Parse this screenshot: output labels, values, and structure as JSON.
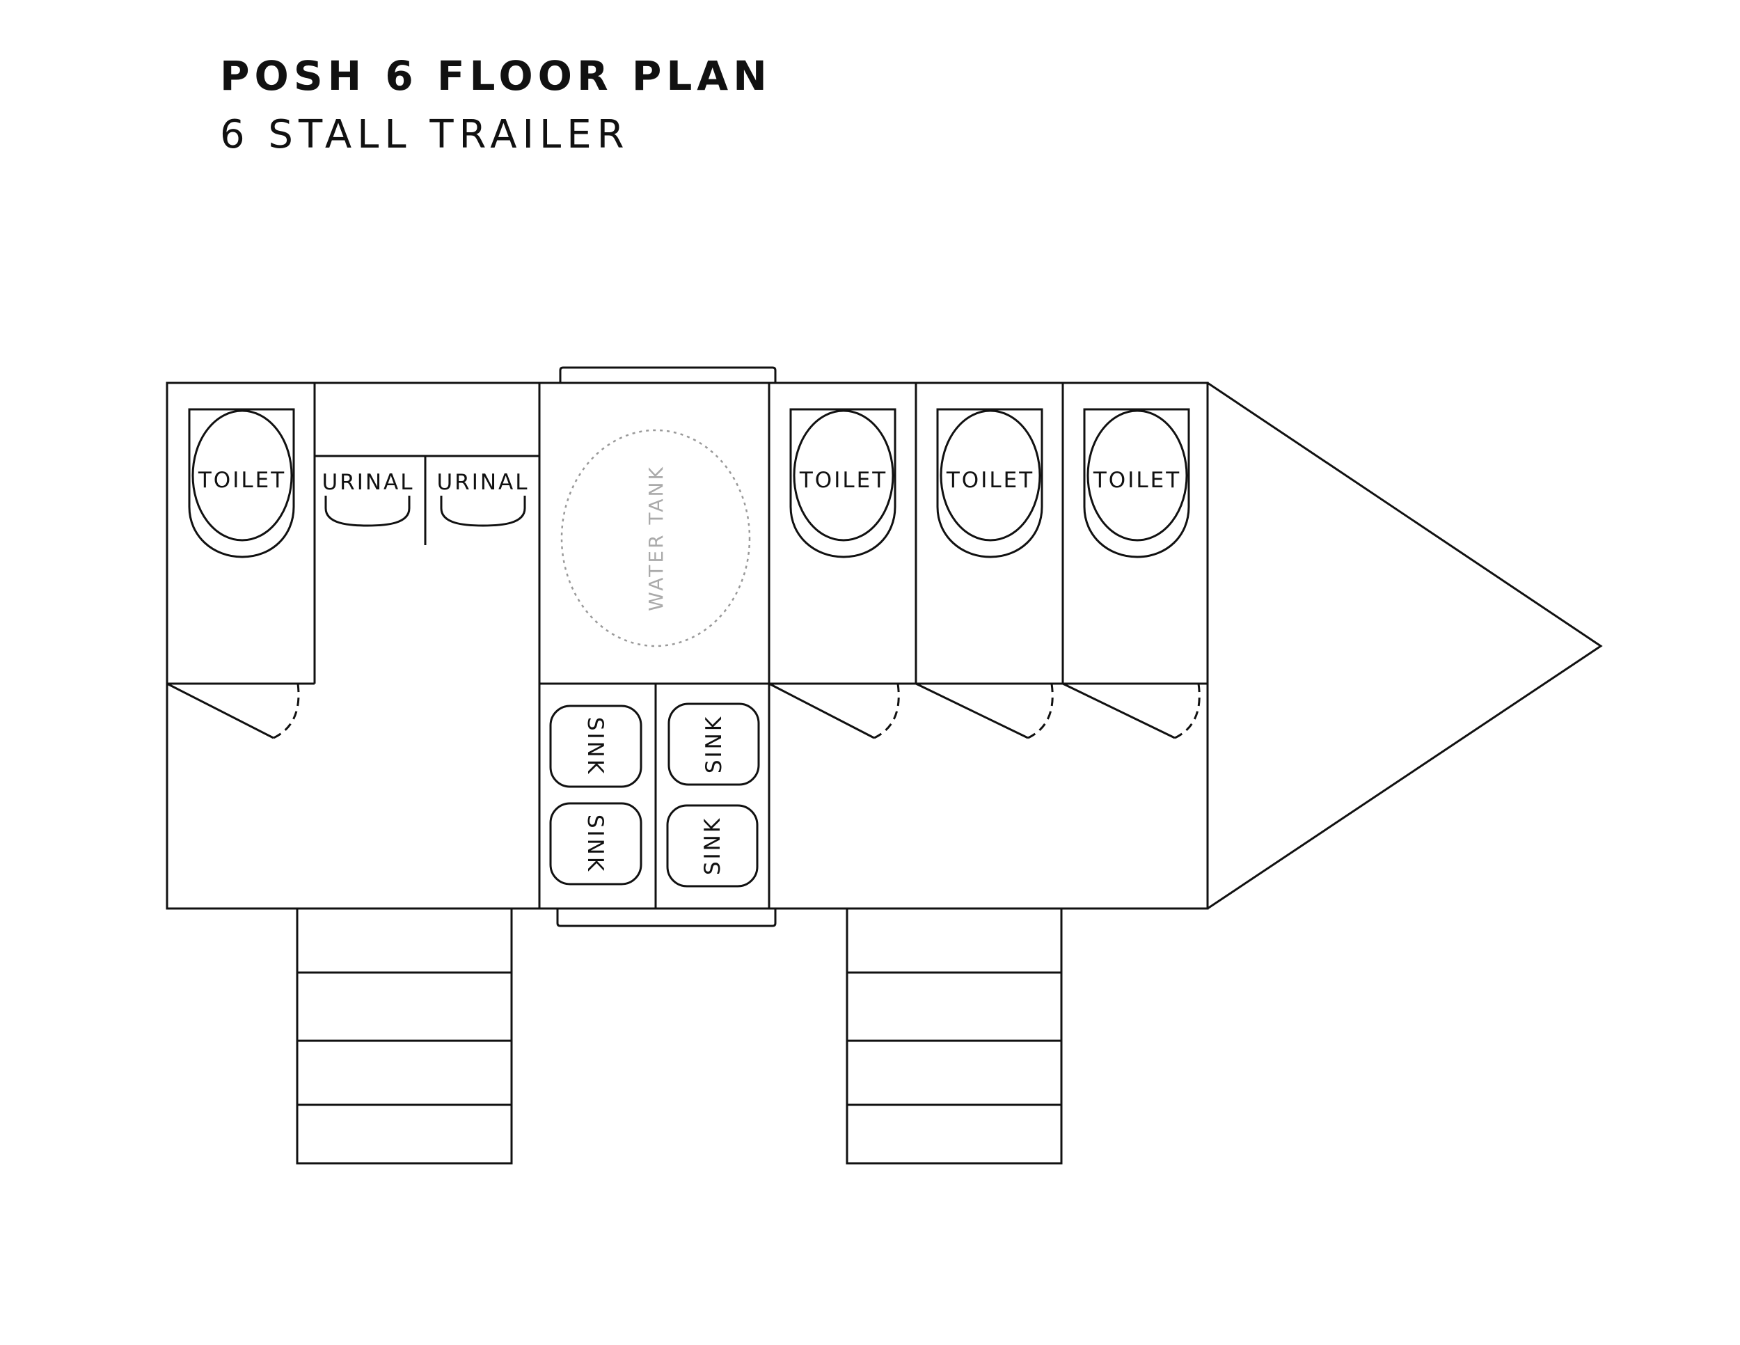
{
  "header": {
    "title": "POSH 6 FLOOR PLAN",
    "subtitle": "6 STALL TRAILER"
  },
  "fixtures": {
    "toilet_label": "TOILET",
    "urinal_label": "URINAL",
    "sink_label": "SINK",
    "water_tank_label": "WATER TANK"
  },
  "colors": {
    "line": "#111111",
    "water_tank_text": "#aaaaaa",
    "background": "#ffffff"
  }
}
